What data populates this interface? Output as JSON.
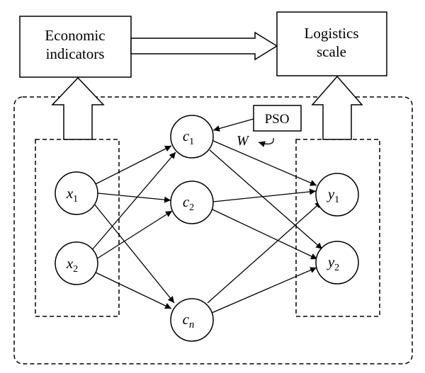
{
  "boxes": {
    "economic_line1": "Economic",
    "economic_line2": "indicators",
    "logistics_line1": "Logistics",
    "logistics_line2": "scale",
    "pso": "PSO"
  },
  "weight_label": "W",
  "nodes": {
    "x1": {
      "base": "x",
      "sub": "1"
    },
    "x2": {
      "base": "x",
      "sub": "2"
    },
    "c1": {
      "base": "c",
      "sub": "1"
    },
    "c2": {
      "base": "c",
      "sub": "2"
    },
    "cn": {
      "base": "c",
      "sub": "n"
    },
    "y1": {
      "base": "y",
      "sub": "1"
    },
    "y2": {
      "base": "y",
      "sub": "2"
    }
  },
  "colors": {
    "stroke": "#000000",
    "background": "#ffffff"
  }
}
